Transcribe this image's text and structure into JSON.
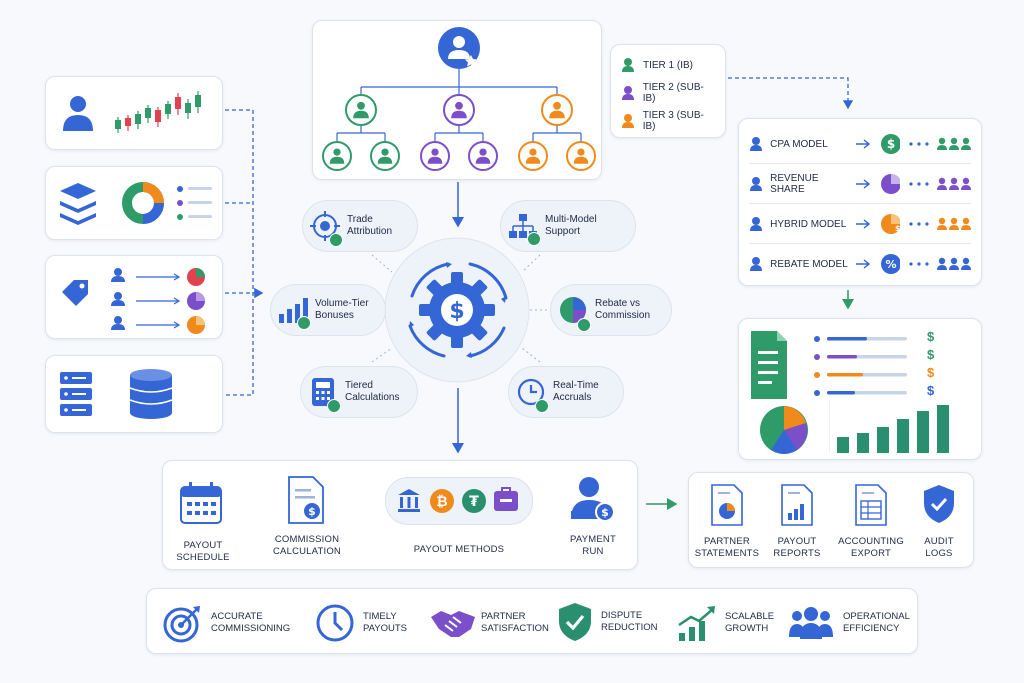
{
  "tiers": [
    {
      "label": "TIER 1 (IB)",
      "color": "#2e9b68"
    },
    {
      "label": "TIER 2 (SUB-IB)",
      "color": "#7b4fc9"
    },
    {
      "label": "TIER 3 (SUB-IB)",
      "color": "#f08a1c"
    }
  ],
  "features": {
    "trade": "Trade Attribution",
    "multi": "Multi-Model Support",
    "volume": "Volume-Tier Bonuses",
    "rebate": "Rebate vs Commission",
    "tiered": "Tiered Calculations",
    "realtime": "Real-Time Accruals"
  },
  "models": [
    {
      "label": "CPA MODEL",
      "icon": "dollar"
    },
    {
      "label": "REVENUE SHARE",
      "icon": "pie"
    },
    {
      "label": "HYBRID MODEL",
      "icon": "pie-dollar"
    },
    {
      "label": "REBATE MODEL",
      "icon": "percent"
    }
  ],
  "flow": {
    "schedule": "PAYOUT SCHEDULE",
    "calc": "COMMISSION CALCULATION",
    "methods": "PAYOUT METHODS",
    "run": "PAYMENT RUN"
  },
  "reports": {
    "statements": "PARTNER STATEMENTS",
    "payout": "PAYOUT REPORTS",
    "export": "ACCOUNTING EXPORT",
    "audit": "AUDIT LOGS"
  },
  "outcomes": {
    "accurate": "ACCURATE COMMISSIONING",
    "timely": "TIMELY PAYOUTS",
    "partner": "PARTNER SATISFACTION",
    "dispute": "DISPUTE REDUCTION",
    "growth": "SCALABLE GROWTH",
    "efficiency": "OPERATIONAL EFFICIENCY"
  },
  "summary_symbols": [
    "$",
    "$",
    "$",
    "$"
  ],
  "colors": {
    "blue": "#3466d6",
    "green": "#2e9b68",
    "purple": "#7b4fc9",
    "orange": "#f08a1c",
    "teal": "#2a8f6e"
  }
}
